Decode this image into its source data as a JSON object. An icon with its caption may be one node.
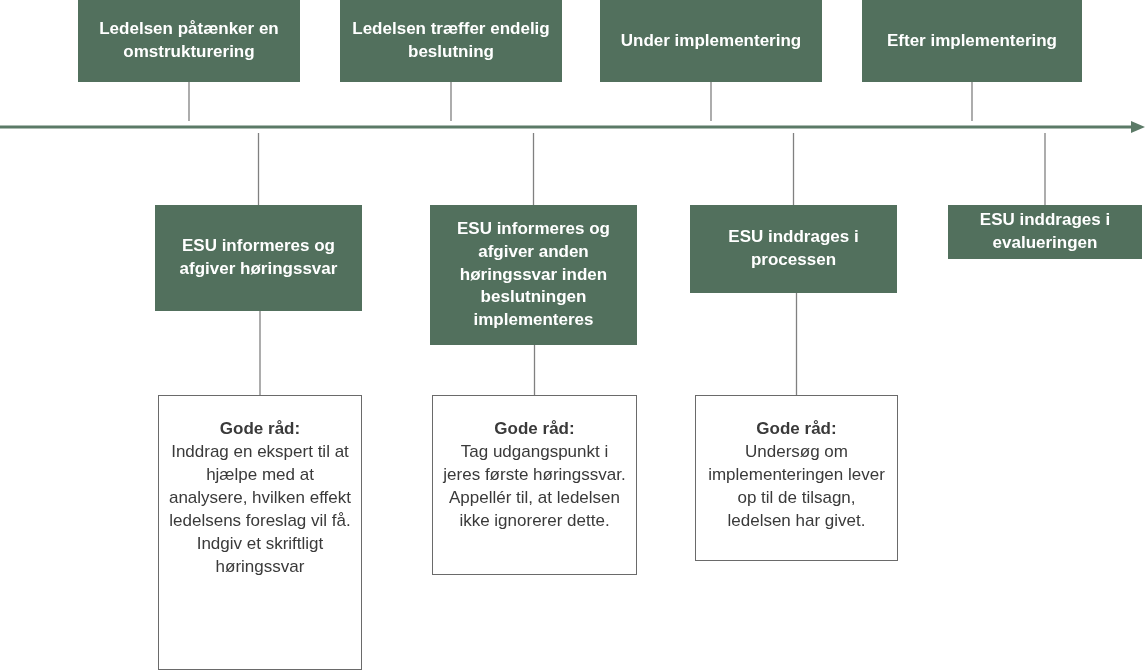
{
  "diagram": {
    "nodes": [
      {
        "text": [
          "Ledelsen påtænker en omstrukturering"
        ]
      },
      {
        "text": [
          "Ledelsen træffer endelig beslutning"
        ]
      },
      {
        "text": [
          "Under implementering"
        ]
      },
      {
        "text": [
          "Efter implementering"
        ]
      },
      {
        "text": [],
        "shape": "arrow"
      },
      {
        "text": [
          "ESU informeres og afgiver høringssvar"
        ]
      },
      {
        "text": [
          "ESU informeres og afgiver anden høringssvar inden beslutningen implementeres"
        ]
      },
      {
        "text": [
          "ESU inddrages i processen"
        ]
      },
      {
        "text": [
          "ESU inddrages i evalueringen"
        ]
      },
      {
        "text": [
          "Gode råd:",
          "Inddrag en ekspert til at hjælpe med at analysere, hvilken effekt ledelsens foreslag vil få. Indgiv et skriftligt høringssvar"
        ]
      },
      {
        "text": [
          "Gode råd:",
          "Tag udgangspunkt i jeres første høringssvar. Appellér til, at ledelsen ikke ignorerer dette."
        ]
      },
      {
        "text": [
          "Gode råd:",
          "Undersøg om implementeringen lever op til de tilsagn, ledelsen har givet."
        ]
      }
    ],
    "edges": [
      {
        "from": 0,
        "to": 4,
        "arrow": "none"
      },
      {
        "from": 1,
        "to": 4,
        "arrow": "none"
      },
      {
        "from": 2,
        "to": 4,
        "arrow": "none"
      },
      {
        "from": 3,
        "to": 4,
        "arrow": "none"
      },
      {
        "from": 4,
        "to": 5,
        "arrow": "none"
      },
      {
        "from": 4,
        "to": 6,
        "arrow": "none"
      },
      {
        "from": 4,
        "to": 7,
        "arrow": "none"
      },
      {
        "from": 4,
        "to": 8,
        "arrow": "none"
      },
      {
        "from": 5,
        "to": 9,
        "arrow": "none"
      },
      {
        "from": 6,
        "to": 10,
        "arrow": "none"
      },
      {
        "from": 7,
        "to": 11,
        "arrow": "none"
      }
    ]
  }
}
